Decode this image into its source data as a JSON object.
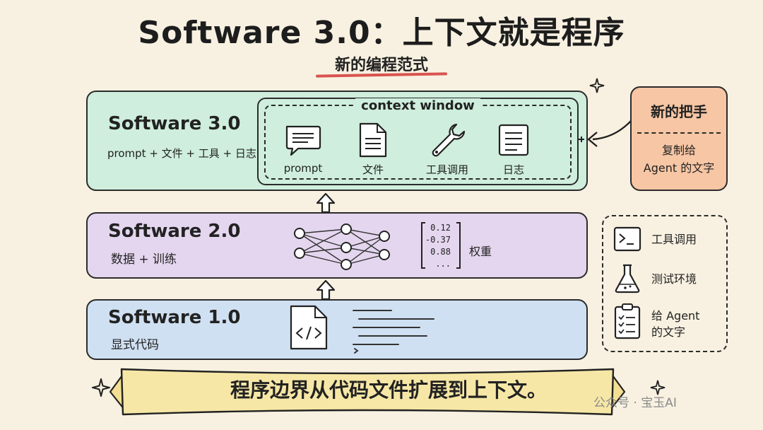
{
  "title": "Software 3.0：上下文就是程序",
  "subtitle": "新的编程范式",
  "layers": {
    "v3": {
      "title": "Software 3.0",
      "sub": "prompt + 文件 + 工具 + 日志",
      "context": {
        "label": "context window",
        "items": [
          {
            "icon": "chat-bubble-icon",
            "label": "prompt"
          },
          {
            "icon": "document-icon",
            "label": "文件"
          },
          {
            "icon": "wrench-icon",
            "label": "工具调用"
          },
          {
            "icon": "log-icon",
            "label": "日志"
          }
        ]
      }
    },
    "v2": {
      "title": "Software 2.0",
      "sub": "数据 + 训练",
      "weights": [
        "0.12",
        "-0.37",
        "0.88",
        "..."
      ],
      "weights_label": "权重"
    },
    "v1": {
      "title": "Software 1.0",
      "sub": "显式代码"
    }
  },
  "callout": {
    "title": "新的把手",
    "body_line1": "复制给",
    "body_line2": "Agent 的文字"
  },
  "tools": [
    {
      "icon": "terminal-icon",
      "label_line1": "工具调用",
      "label_line2": ""
    },
    {
      "icon": "flask-icon",
      "label_line1": "测试环境",
      "label_line2": ""
    },
    {
      "icon": "checklist-icon",
      "label_line1": "给 Agent",
      "label_line2": "的文字"
    }
  ],
  "banner": "程序边界从代码文件扩展到上下文。",
  "watermark": "公众号 · 宝玉AI"
}
